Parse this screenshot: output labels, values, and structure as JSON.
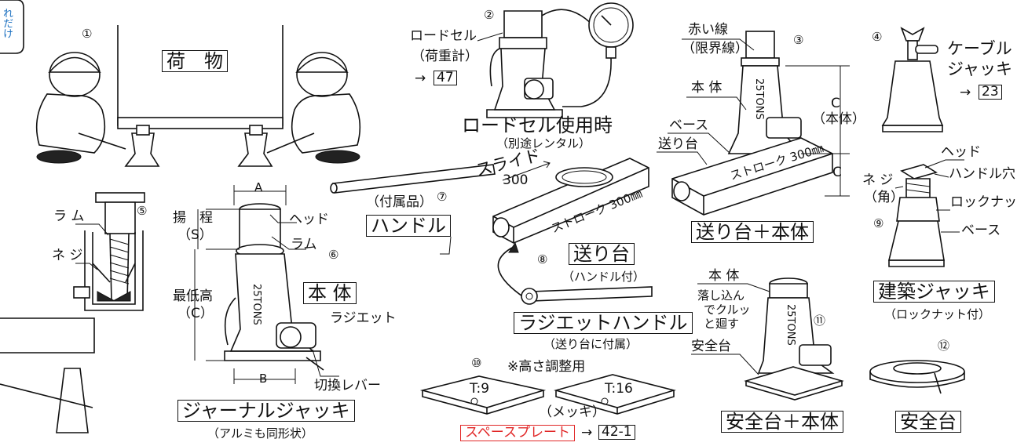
{
  "corner_tab": "れだけ",
  "cargo": "荷　物",
  "circles": [
    "①",
    "②",
    "③",
    "④",
    "⑤",
    "⑥",
    "⑦",
    "⑧",
    "⑨",
    "⑩",
    "⑪",
    "⑫"
  ],
  "load_cell": {
    "label": "ロードセル",
    "sub": "（荷重計）",
    "ref": "47",
    "caption": "ロードセル使用時",
    "caption_sub": "（別途レンタル）"
  },
  "red_line": {
    "label": "赤い線",
    "sub": "（限界線）"
  },
  "feed_body": {
    "body": "本 体",
    "base": "ベース",
    "feeder": "送り台",
    "c_label": "C",
    "c_sub": "（本体）",
    "c2": "C",
    "stroke": "ストローク 300㎜",
    "tons": "25TONS",
    "title": "送り台＋本体"
  },
  "cable_jack": {
    "title_1": "ケーブル",
    "title_2": "ジャッキ",
    "ref": "23"
  },
  "screw": {
    "ram": "ラ ム",
    "screw": "ネ ジ"
  },
  "journal": {
    "a": "A",
    "lift_1": "揚　程",
    "lift_2": "（S）",
    "head": "ヘッド",
    "ram": "ラム",
    "min_1": "最低高",
    "min_2": "（C）",
    "ratchet": "ラジエット",
    "lever": "切換レバー",
    "b": "B",
    "body": "本 体",
    "tons": "25TONS",
    "title": "ジャーナルジャッキ",
    "sub": "（アルミも同形状）"
  },
  "handle": {
    "acc": "（付属品）",
    "title": "ハンドル"
  },
  "slide": {
    "label": "スライド",
    "value": "300",
    "stroke": "ストローク 300㎜",
    "title": "送り台",
    "sub": "（ハンドル付）",
    "ratchet_title": "ラジエットハンドル",
    "ratchet_sub": "（送り台に付属）"
  },
  "building": {
    "head": "ヘッド",
    "screw_1": "ネ ジ",
    "screw_2": "（角）",
    "hole": "ハンドル穴",
    "nut": "ロックナット",
    "base": "ベース",
    "title": "建築ジャッキ",
    "sub": "（ロックナット付）"
  },
  "spacer": {
    "note": "※高さ調整用",
    "t1": "T:9",
    "t2": "T:16",
    "plating": "（メッキ）",
    "title": "スペースプレート",
    "ref": "42-1"
  },
  "safety": {
    "body": "本 体",
    "drop_1": "落し込ん",
    "drop_2": "でクルッ",
    "drop_3": "と廻す",
    "stand": "安全台",
    "tons": "25TONS",
    "title_combo": "安全台＋本体",
    "title": "安全台"
  },
  "arrow": "→"
}
